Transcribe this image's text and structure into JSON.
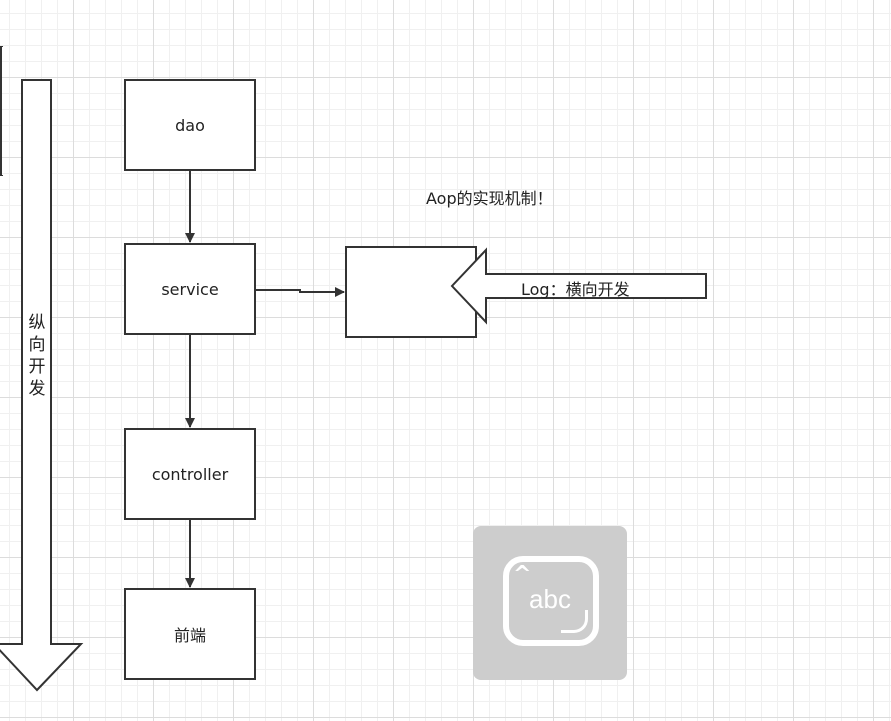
{
  "diagram": {
    "boxes": {
      "dao": "dao",
      "service": "service",
      "controller": "controller",
      "frontend": "前端",
      "aspect": ""
    },
    "vertical_arrow_label": "纵向开发",
    "horizontal_arrow_label": "Log：横向开发",
    "aop_note": "Aop的实现机制！"
  },
  "widget": {
    "text": "abc",
    "icon": "keyboard-abc-icon"
  },
  "colors": {
    "stroke": "#333333",
    "grid": "#dcdcdc",
    "widget_bg": "#cdcdcd"
  }
}
